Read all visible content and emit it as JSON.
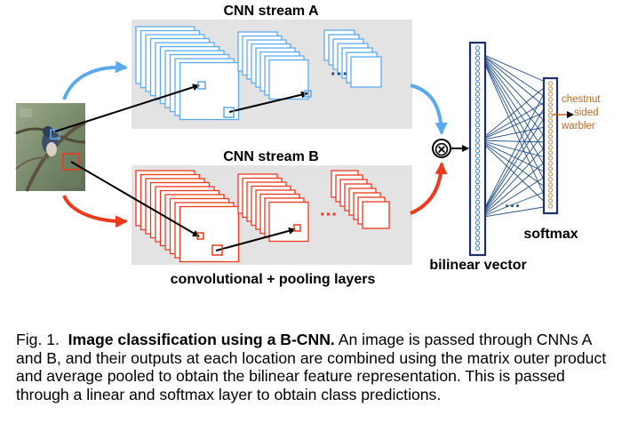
{
  "diagram": {
    "stream_a_label": "CNN stream A",
    "stream_b_label": "CNN stream B",
    "layers_label": "convolutional + pooling layers",
    "bilinear_label": "bilinear vector",
    "softmax_label": "softmax",
    "ellipsis": "···",
    "outer_product_symbol": "⊗",
    "class_label_lines": [
      "chestnut",
      "sided",
      "warbler"
    ],
    "colors": {
      "stream_a": "#5aaaf0",
      "stream_b": "#ee3a1c",
      "panel_bg": "#e3e3e3",
      "vector_border": "#1e2f6b",
      "vector_node": "#3a86c8",
      "connection": "#1e4e8a",
      "softmax_node": "#c98a3a",
      "class_label": "#c0651a"
    }
  },
  "caption": {
    "fig_label": "Fig. 1.",
    "title": "Image classification using a B-CNN.",
    "body": "An image is passed through CNNs A and B, and their outputs at each location are combined using the matrix outer product and average pooled to obtain the bilinear feature representation. This is passed through a linear and softmax layer to obtain class predictions."
  }
}
